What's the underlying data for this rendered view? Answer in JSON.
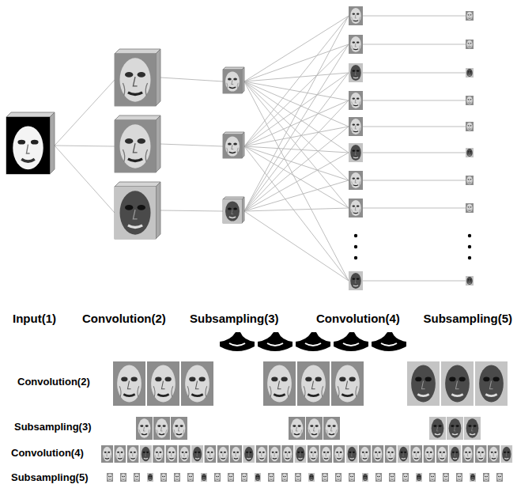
{
  "diagram": {
    "labels": [
      "Input(1)",
      "Convolution(2)",
      "Subsampling(3)",
      "Convolution(4)",
      "Subsampling(5)",
      "Convolution(2)",
      "Subsampling(3)",
      "Convolution(4)",
      "Subsampling(5)"
    ]
  }
}
